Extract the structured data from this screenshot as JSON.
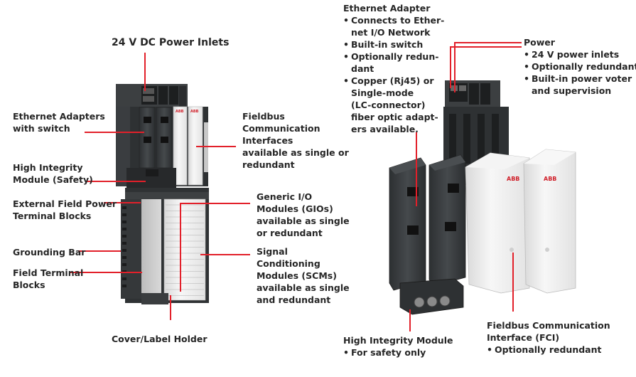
{
  "left": {
    "power_inlets": "24 V DC Power Inlets",
    "ethernet_adapters": [
      "Ethernet Adapters",
      "with switch"
    ],
    "high_integrity": [
      "High Integrity",
      "Module (Safety)"
    ],
    "external_field_power": [
      "External Field Power",
      "Terminal Blocks"
    ],
    "grounding_bar": "Grounding Bar",
    "field_terminal": [
      "Field Terminal",
      "Blocks"
    ],
    "cover_label": "Cover/Label Holder",
    "fieldbus": [
      "Fieldbus",
      "Communication",
      "Interfaces",
      "available as single or",
      "redundant"
    ],
    "generic_io": [
      "Generic I/O",
      "Modules (GIOs)",
      "available as single",
      "or redundant"
    ],
    "signal_conditioning": [
      "Signal",
      "Conditioning",
      "Modules (SCMs)",
      "available as single",
      "and redundant"
    ]
  },
  "right": {
    "ethernet_adapter": {
      "title": "Ethernet Adapter",
      "bullets": [
        [
          "Connects to Ether-",
          "net I/O Network"
        ],
        [
          "Built-in switch"
        ],
        [
          "Optionally redun-",
          "dant"
        ],
        [
          "Copper (Rj45) or",
          "Single-mode",
          "(LC-connector)",
          "fiber optic adapt-",
          "ers available."
        ]
      ]
    },
    "power": {
      "title": "Power",
      "bullets": [
        [
          "24 V power inlets"
        ],
        [
          "Optionally redundant"
        ],
        [
          "Built-in power voter",
          "and supervision"
        ]
      ]
    },
    "high_integrity": {
      "title": "High Integrity Module",
      "bullets": [
        [
          "For safety only"
        ]
      ]
    },
    "fci": {
      "title": [
        "Fieldbus Communication",
        "Interface (FCI)"
      ],
      "bullets": [
        [
          "Optionally redundant"
        ]
      ]
    }
  },
  "device_text": {
    "brand": "ABB"
  },
  "colors": {
    "leader_line": "#e2202a",
    "dark_module": "#3a3d3f",
    "light_module": "#eeeeee"
  }
}
